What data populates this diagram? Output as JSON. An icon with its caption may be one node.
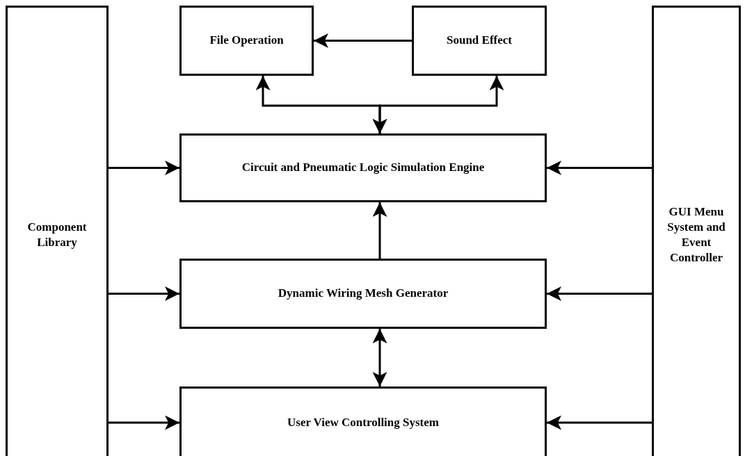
{
  "diagram": {
    "nodes": [
      {
        "text": [
          "Component Library"
        ]
      },
      {
        "text": [
          "File Operation"
        ]
      },
      {
        "text": [
          "Sound Effect"
        ]
      },
      {
        "text": [
          "Circuit and Pneumatic Logic Simulation Engine"
        ]
      },
      {
        "text": [
          "Dynamic Wiring Mesh Generator"
        ]
      },
      {
        "text": [
          "User View Controlling System"
        ]
      },
      {
        "text": [
          "GUI Menu System and Event Controller"
        ]
      }
    ],
    "edges": [
      {
        "from": 2,
        "to": 1,
        "arrow": "to"
      },
      {
        "from": 3,
        "to": 1,
        "arrow": "both"
      },
      {
        "from": 3,
        "to": 2,
        "arrow": "both"
      },
      {
        "from": 0,
        "to": 3,
        "arrow": "to"
      },
      {
        "from": 6,
        "to": 3,
        "arrow": "to"
      },
      {
        "from": 4,
        "to": 3,
        "arrow": "to"
      },
      {
        "from": 0,
        "to": 4,
        "arrow": "to"
      },
      {
        "from": 6,
        "to": 4,
        "arrow": "to"
      },
      {
        "from": 4,
        "to": 5,
        "arrow": "both"
      },
      {
        "from": 0,
        "to": 5,
        "arrow": "to"
      },
      {
        "from": 6,
        "to": 5,
        "arrow": "to"
      }
    ]
  }
}
